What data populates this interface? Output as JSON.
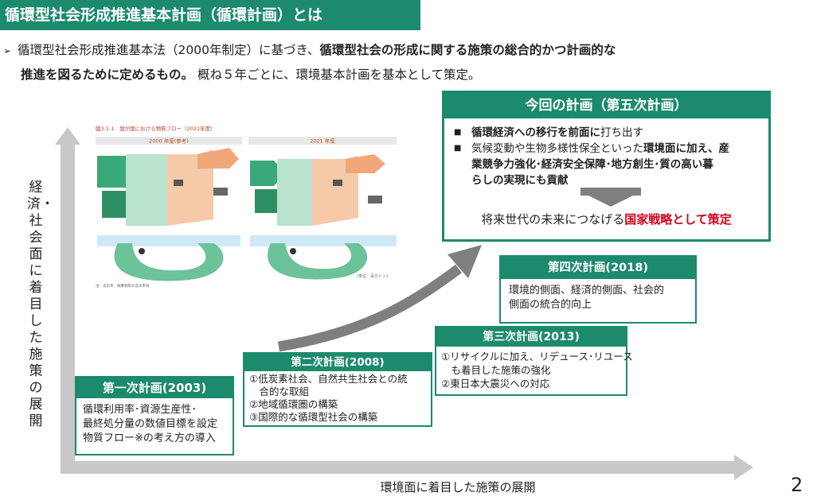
{
  "title": "循環型社会形成推進基本計画（循環計画）とは",
  "intro": {
    "bullet": "➢",
    "part1": "循環型社会形成推進基本法（2000年制定）に基づき、",
    "bold1": "循環型社会の形成に関する施策の総合的かつ計画的な",
    "bold2": "推進を図るために定めるもの。",
    "part2": "概ね５年ごとに、環境基本計画を基本として策定。"
  },
  "axis": {
    "vertical_label": "経済・社会面に着目した施策の展開",
    "horizontal_label": "環境面に着目した施策の展開"
  },
  "page_number": "2",
  "plans": {
    "first": {
      "title": "第一次計画(2003)",
      "lines": [
        "循環利用率･資源生産性･",
        "最終処分量の数値目標を設定",
        "物質フロー※の考え方の導入"
      ]
    },
    "second": {
      "title": "第二次計画(2008)",
      "lines": [
        "①低炭素社会、自然共生社会との統",
        "　合的な取組",
        "②地域循環圏の構築",
        "③国際的な循環型社会の構築"
      ]
    },
    "third": {
      "title": "第三次計画(2013)",
      "lines": [
        "①リサイクルに加え、リデュース･リユース",
        "　も着目した施策の強化",
        "②東日本大震災への対応"
      ]
    },
    "fourth": {
      "title": "第四次計画(2018)",
      "lines": [
        "環境的側面、経済的側面、社会的",
        "側面の統合的向上"
      ]
    },
    "fifth": {
      "title": "今回の計画（第五次計画）",
      "bullet_mark": "■",
      "b1_bold": "循環経済への移行を前面に",
      "b1_rest": "打ち出す",
      "b2_plain": "気候変動や生物多様性保全といった",
      "b2_bold1": "環境面に加え、産",
      "b2_bold2": "業競争力強化･経済安全保障･地方創生･質の高い暮",
      "b2_bold3": "らしの実現にも貢献",
      "strategy_plain": "将来世代の未来につなげる",
      "strategy_red": "国家戦略として策定"
    }
  },
  "figure": {
    "caption": "図3-1-1　我が国における物質フロー（2021年度）",
    "left_label": "2000 年度(参考)",
    "right_label": "2021 年度",
    "note": "注：含水率：廃棄物等の含水率等",
    "unit": "(単位：百万トン)"
  },
  "colors": {
    "accent": "#1c8a6c",
    "red": "#d0021b",
    "axis_gray": "#c8c8c8",
    "arrow_gray": "#7f7f7f"
  }
}
